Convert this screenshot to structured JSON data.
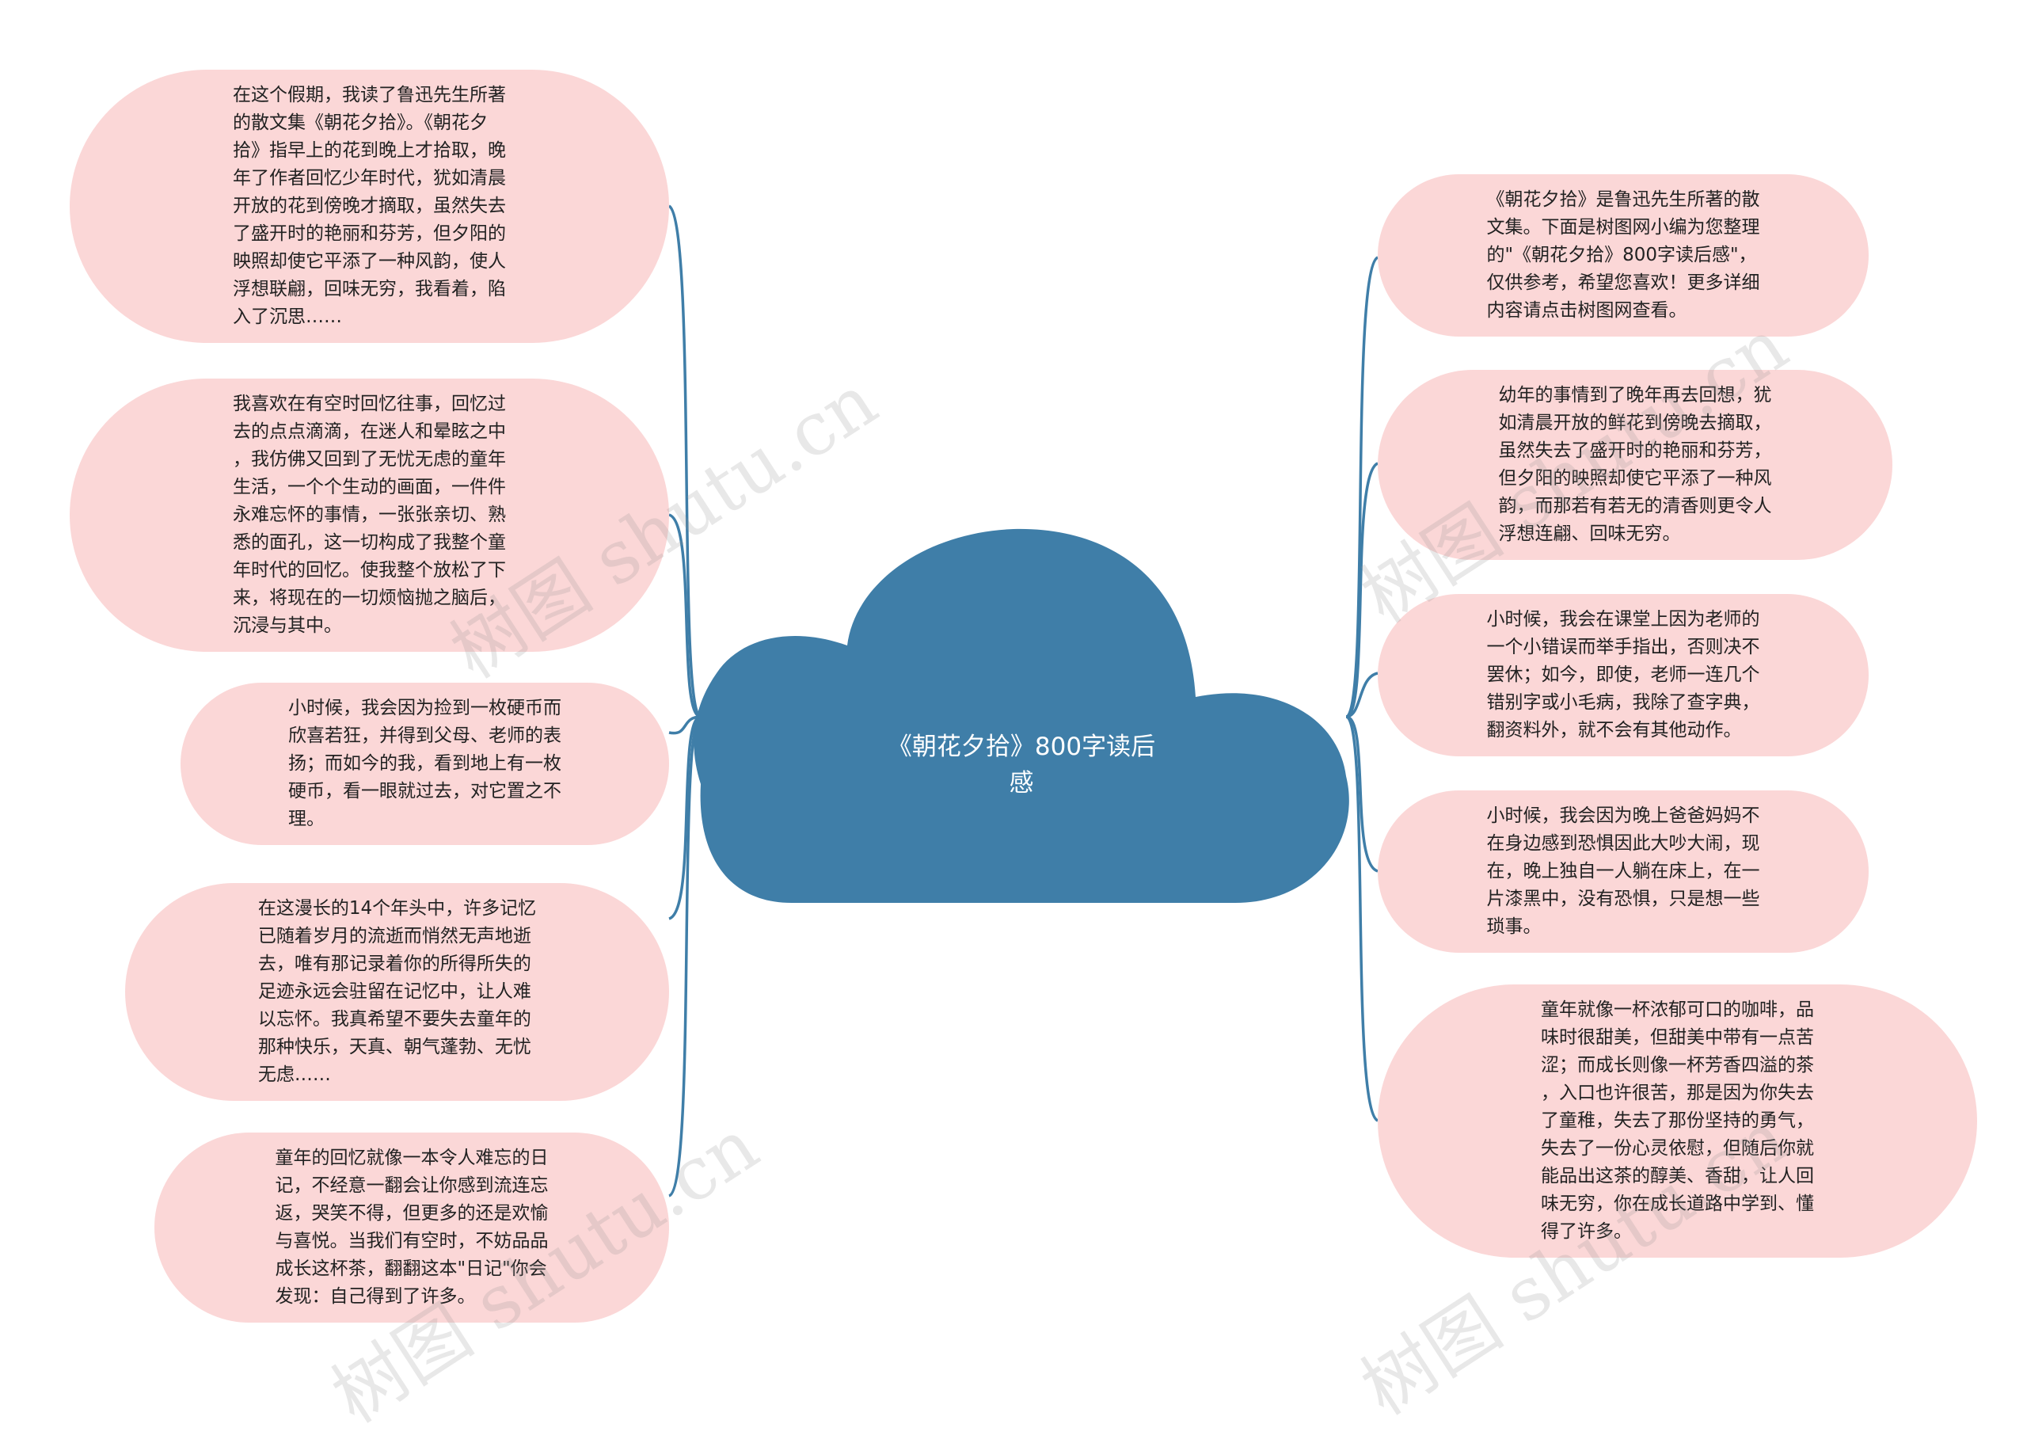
{
  "diagram": {
    "center": {
      "title": "《朝花夕拾》800字读后\n感"
    },
    "left_nodes": [
      {
        "text": "在这个假期，我读了鲁迅先生所著\n的散文集《朝花夕拾》。《朝花夕\n拾》指早上的花到晚上才拾取，晚\n年了作者回忆少年时代，犹如清晨\n开放的花到傍晚才摘取，虽然失去\n了盛开时的艳丽和芬芳，但夕阳的\n映照却使它平添了一种风韵，使人\n浮想联翩，回味无穷，我看着，陷\n入了沉思……"
      },
      {
        "text": "我喜欢在有空时回忆往事，回忆过\n去的点点滴滴，在迷人和晕眩之中\n，我仿佛又回到了无忧无虑的童年\n生活，一个个生动的画面，一件件\n永难忘怀的事情，一张张亲切、熟\n悉的面孔，这一切构成了我整个童\n年时代的回忆。使我整个放松了下\n来，将现在的一切烦恼抛之脑后，\n沉浸与其中。"
      },
      {
        "text": "小时候，我会因为捡到一枚硬币而\n欣喜若狂，并得到父母、老师的表\n扬；而如今的我，看到地上有一枚\n硬币，看一眼就过去，对它置之不\n理。"
      },
      {
        "text": "在这漫长的14个年头中，许多记忆\n已随着岁月的流逝而悄然无声地逝\n去，唯有那记录着你的所得所失的\n足迹永远会驻留在记忆中，让人难\n以忘怀。我真希望不要失去童年的\n那种快乐，天真、朝气蓬勃、无忧\n无虑……"
      },
      {
        "text": "童年的回忆就像一本令人难忘的日\n记，不经意一翻会让你感到流连忘\n返，哭笑不得，但更多的还是欢愉\n与喜悦。当我们有空时，不妨品品\n成长这杯茶，翻翻这本\"日记\"你会\n发现：自己得到了许多。"
      }
    ],
    "right_nodes": [
      {
        "text": "《朝花夕拾》是鲁迅先生所著的散\n文集。下面是树图网小编为您整理\n的\"《朝花夕拾》800字读后感\"，\n仅供参考，希望您喜欢！更多详细\n内容请点击树图网查看。"
      },
      {
        "text": "幼年的事情到了晚年再去回想，犹\n如清晨开放的鲜花到傍晚去摘取，\n虽然失去了盛开时的艳丽和芬芳，\n但夕阳的映照却使它平添了一种风\n韵，而那若有若无的清香则更令人\n浮想连翩、回味无穷。"
      },
      {
        "text": "小时候，我会在课堂上因为老师的\n一个小错误而举手指出，否则决不\n罢休；如今，即使，老师一连几个\n错别字或小毛病，我除了查字典，\n翻资料外，就不会有其他动作。"
      },
      {
        "text": "小时候，我会因为晚上爸爸妈妈不\n在身边感到恐惧因此大吵大闹，现\n在，晚上独自一人躺在床上，在一\n片漆黑中，没有恐惧，只是想一些\n琐事。"
      },
      {
        "text": "童年就像一杯浓郁可口的咖啡，品\n味时很甜美，但甜美中带有一点苦\n涩；而成长则像一杯芳香四溢的茶\n，入口也许很苦，那是因为你失去\n了童稚，失去了那份坚持的勇气，\n失去了一份心灵依慰，但随后你就\n能品出这茶的醇美、香甜，让人回\n味无穷，你在成长道路中学到、懂\n得了许多。"
      }
    ],
    "watermarks": [
      "树图 shutu.cn",
      "树图 shutu.cn",
      "树图 shutu.cn",
      "树图 shutu.cn"
    ],
    "colors": {
      "center_fill": "#3f7ea8",
      "node_fill": "#fbd7d7",
      "connector": "#3f7ea8"
    }
  }
}
